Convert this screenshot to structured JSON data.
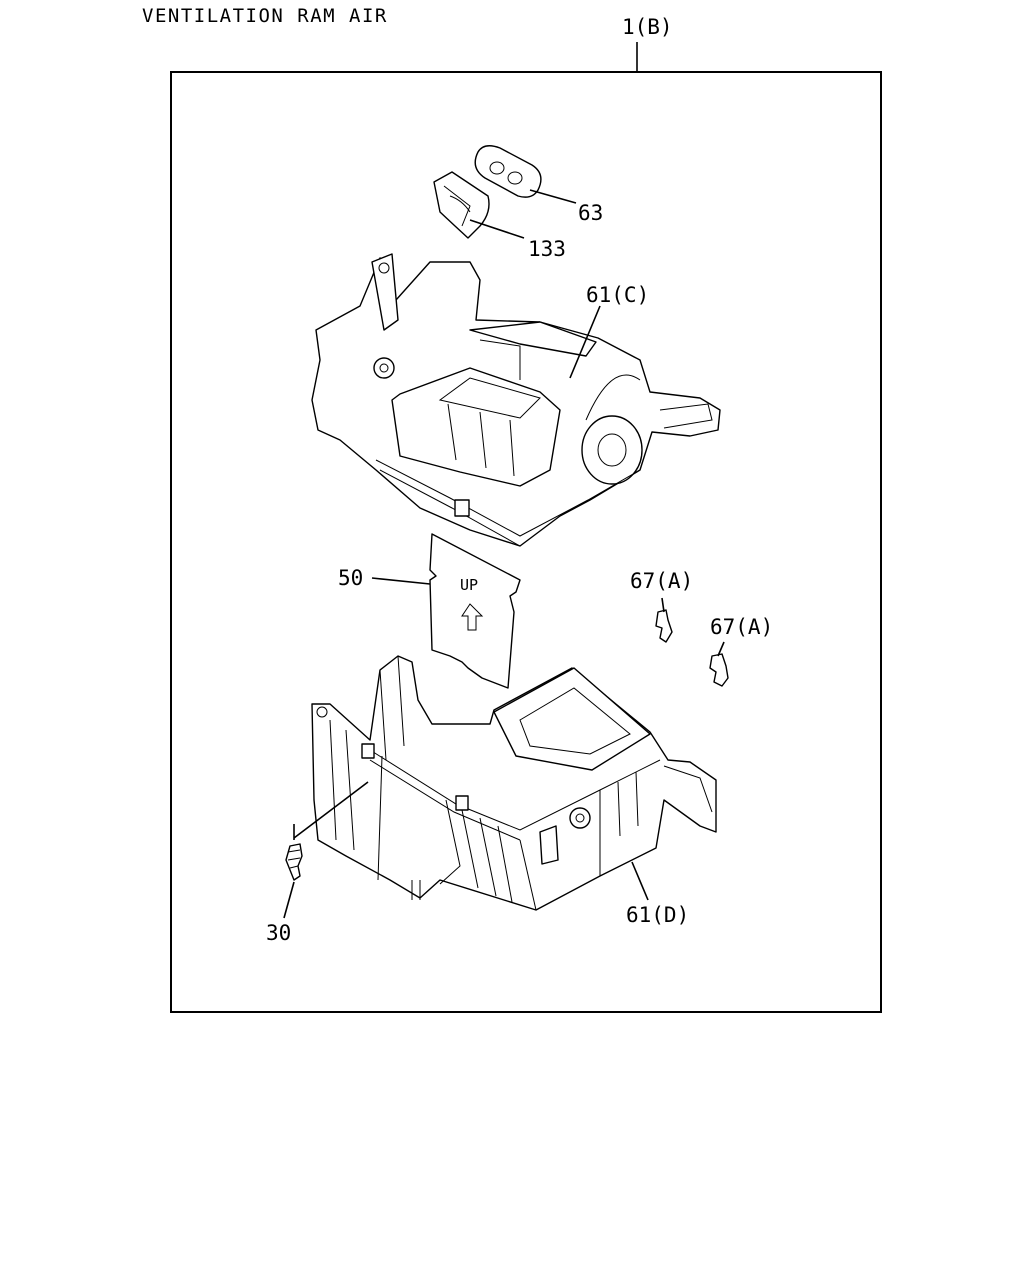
{
  "diagram": {
    "title": "VENTILATION RAM AIR",
    "assembly_label": "1(B)",
    "callouts": {
      "p63": "63",
      "p133": "133",
      "p61c": "61(C)",
      "p50": "50",
      "p67a_1": "67(A)",
      "p67a_2": "67(A)",
      "p30": "30",
      "p61d": "61(D)"
    },
    "filter_text": "UP"
  }
}
